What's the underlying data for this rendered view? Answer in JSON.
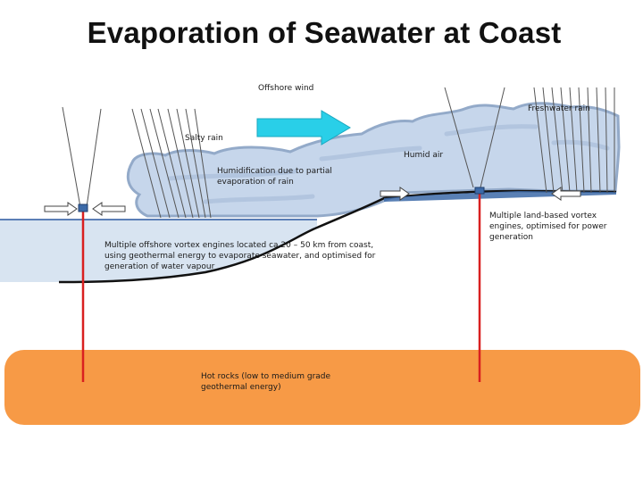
{
  "title": "Evaporation of Seawater at Coast",
  "labels": {
    "offshore_wind": "Offshore wind",
    "freshwater_rain": "Freshwater rain",
    "salty_rain": "Salty rain",
    "humid_air": "Humid air",
    "humidification": "Humidification due to partial evaporation of rain",
    "offshore_engines": "Multiple offshore vortex engines located ca 20 – 50 km from coast, using geothermal energy to evaporate seawater, and optimised for generation of water vapour",
    "land_engines": "Multiple land-based vortex engines, optimised for power generation",
    "hot_rocks": "Hot rocks (low to medium grade geothermal energy)"
  },
  "colors": {
    "cloud_fill": "#c6d6eb",
    "cloud_edge": "#93aac9",
    "sea": "#d8e4f1",
    "hot_rocks": "#f79a46",
    "geothermal_pipe": "#d92020",
    "wind_arrow": "#29cfe8",
    "rain_lines": "#555555",
    "ground_line": "#111111",
    "engine": "#3c6aa8"
  },
  "icons": [
    "wind-arrow-icon",
    "inflow-arrow-icon",
    "vortex-engine-icon"
  ]
}
